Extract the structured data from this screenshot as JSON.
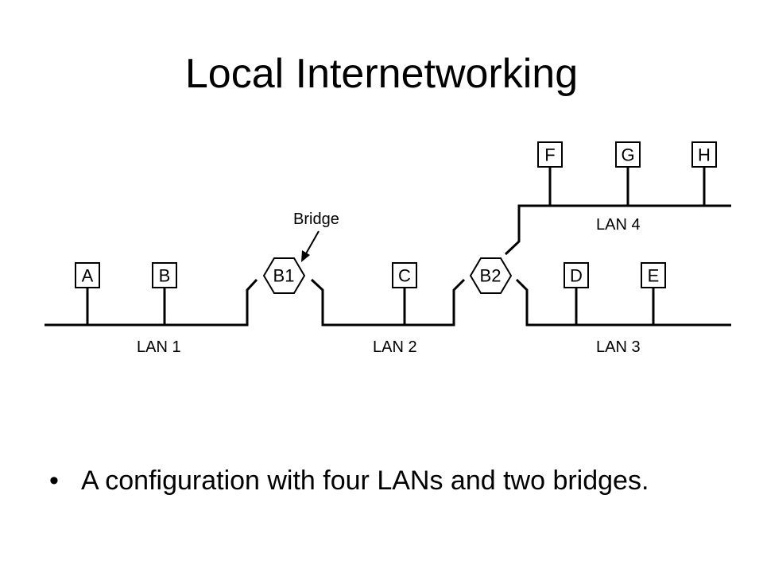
{
  "slide": {
    "title": "Local Internetworking",
    "bullet_symbol": "•",
    "bullet_text": "A configuration with four LANs and two bridges."
  },
  "diagram": {
    "stations": {
      "a": "A",
      "b": "B",
      "c": "C",
      "d": "D",
      "e": "E",
      "f": "F",
      "g": "G",
      "h": "H"
    },
    "bridges": {
      "b1": "B1",
      "b2": "B2"
    },
    "lans": {
      "lan1": "LAN 1",
      "lan2": "LAN 2",
      "lan3": "LAN 3",
      "lan4": "LAN 4"
    },
    "annotation": "Bridge"
  }
}
